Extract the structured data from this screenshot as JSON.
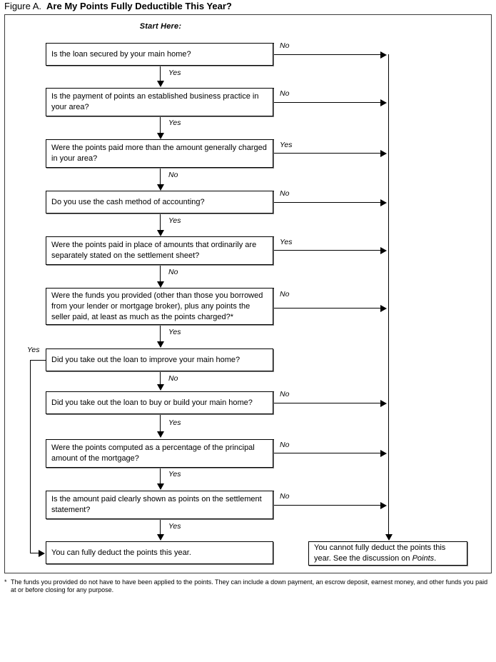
{
  "figure": {
    "label": "Figure A.",
    "title": "Are My Points Fully Deductible This Year?",
    "start_label": "Start Here:"
  },
  "labels": {
    "yes": "Yes",
    "no": "No"
  },
  "nodes": {
    "q1": "Is the loan secured by your main home?",
    "q2": "Is the payment of points an established business practice in your area?",
    "q3": "Were the points paid more than the amount generally charged in your area?",
    "q4": "Do you use the cash method of accounting?",
    "q5": "Were the points paid in place of amounts that ordinarily are separately stated on the settlement sheet?",
    "q6": "Were the funds you provided (other than those you borrowed from your lender or mortgage broker), plus any points the seller paid, at least as much as the points charged?*",
    "q7": "Did you take out the loan to improve your main home?",
    "q8": "Did you take out the loan to buy or build your main home?",
    "q9": "Were the points computed as a percentage of the principal amount of the mortgage?",
    "q10": "Is the amount paid clearly shown as points on the settlement statement?",
    "result_yes": "You can fully deduct the points this year.",
    "result_no_line1": "You cannot fully deduct the points this",
    "result_no_line2_a": "year. See the discussion on ",
    "result_no_line2_b": "Points",
    "result_no_line2_c": "."
  },
  "edges": {
    "q1_out": "No",
    "q1_down": "Yes",
    "q2_out": "No",
    "q2_down": "Yes",
    "q3_out": "Yes",
    "q3_down": "No",
    "q4_out": "No",
    "q4_down": "Yes",
    "q5_out": "Yes",
    "q5_down": "No",
    "q6_out": "No",
    "q6_down": "Yes",
    "q7_left": "Yes",
    "q7_down": "No",
    "q8_out": "No",
    "q8_down": "Yes",
    "q9_out": "No",
    "q9_down": "Yes",
    "q10_out": "No",
    "q10_down": "Yes"
  },
  "footnote": {
    "mark": "*",
    "text": "The funds you provided do not have to have been applied to the points. They can include a down payment, an escrow deposit, earnest money, and other funds you paid at or before closing for any purpose."
  },
  "chart_data": {
    "type": "diagram",
    "title": "Are My Points Fully Deductible This Year?",
    "flow": [
      {
        "id": "q1",
        "text": "Is the loan secured by your main home?",
        "yes": "q2",
        "no": "result_no"
      },
      {
        "id": "q2",
        "text": "Is the payment of points an established business practice in your area?",
        "yes": "q3",
        "no": "result_no"
      },
      {
        "id": "q3",
        "text": "Were the points paid more than the amount generally charged in your area?",
        "yes": "result_no",
        "no": "q4"
      },
      {
        "id": "q4",
        "text": "Do you use the cash method of accounting?",
        "yes": "q5",
        "no": "result_no"
      },
      {
        "id": "q5",
        "text": "Were the points paid in place of amounts that ordinarily are separately stated on the settlement sheet?",
        "yes": "result_no",
        "no": "q6"
      },
      {
        "id": "q6",
        "text": "Were the funds you provided (other than those you borrowed from your lender or mortgage broker), plus any points the seller paid, at least as much as the points charged?*",
        "yes": "q7",
        "no": "result_no"
      },
      {
        "id": "q7",
        "text": "Did you take out the loan to improve your main home?",
        "yes": "result_yes",
        "no": "q8"
      },
      {
        "id": "q8",
        "text": "Did you take out the loan to buy or build your main home?",
        "yes": "q9",
        "no": "result_no"
      },
      {
        "id": "q9",
        "text": "Were the points computed as a percentage of the principal amount of the mortgage?",
        "yes": "q10",
        "no": "result_no"
      },
      {
        "id": "q10",
        "text": "Is the amount paid clearly shown as points on the settlement statement?",
        "yes": "result_yes",
        "no": "result_no"
      },
      {
        "id": "result_yes",
        "text": "You can fully deduct the points this year.",
        "terminal": true
      },
      {
        "id": "result_no",
        "text": "You cannot fully deduct the points this year. See the discussion on Points.",
        "terminal": true
      }
    ]
  }
}
